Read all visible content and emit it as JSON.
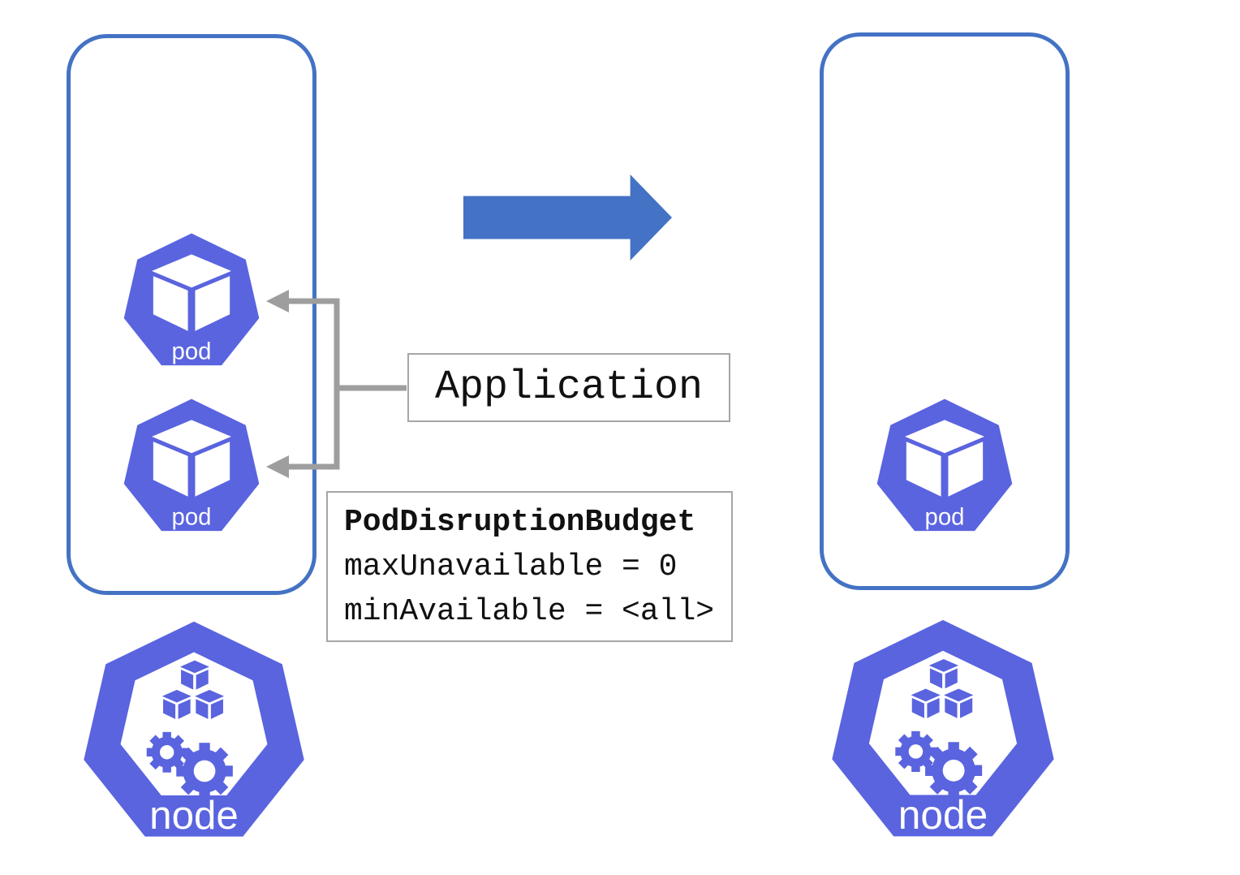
{
  "colors": {
    "k8s_indigo": "#5A64DF",
    "accent_blue": "#4472C4",
    "connector_gray": "#9E9E9E",
    "box_border_gray": "#A6A6A6",
    "text_color": "#111111",
    "icon_label_white": "#FFFFFF",
    "background": "#FFFFFF"
  },
  "labels": {
    "pod": "pod",
    "node": "node"
  },
  "left_node_group": {
    "pod_count": 2,
    "node_label": "node"
  },
  "right_node_group": {
    "pod_count": 1,
    "node_label": "node"
  },
  "application": {
    "label": "Application"
  },
  "pod_disruption_budget": {
    "title": "PodDisruptionBudget",
    "rules": [
      "maxUnavailable = 0",
      "minAvailable = <all>"
    ]
  },
  "icons": {
    "pod": "kubernetes-pod-heptagon-cube",
    "node": "kubernetes-node-heptagon-cubes-gears",
    "arrow": "right-block-arrow"
  }
}
